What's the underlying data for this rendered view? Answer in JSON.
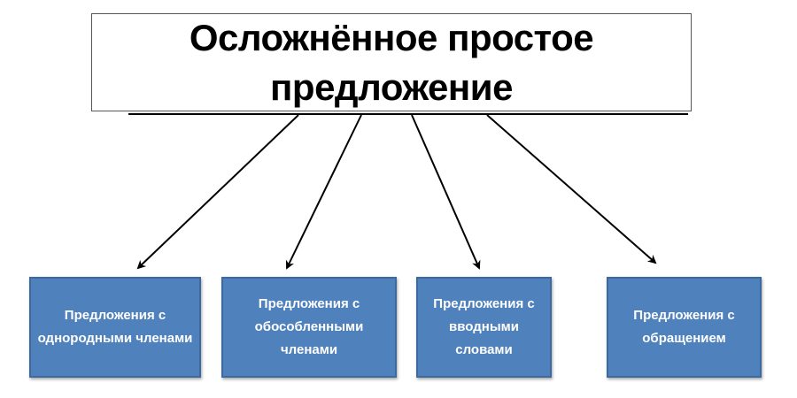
{
  "title": "Осложнённое простое предложение",
  "colors": {
    "box_fill": "#4f81bd",
    "box_border": "#3d6a9e",
    "arrow": "#000000"
  },
  "boxes": [
    {
      "label": "Предложения с однородными членами"
    },
    {
      "label": "Предложения с обособленными членами"
    },
    {
      "label": "Предложения с вводными словами"
    },
    {
      "label": "Предложения с обращением"
    }
  ]
}
